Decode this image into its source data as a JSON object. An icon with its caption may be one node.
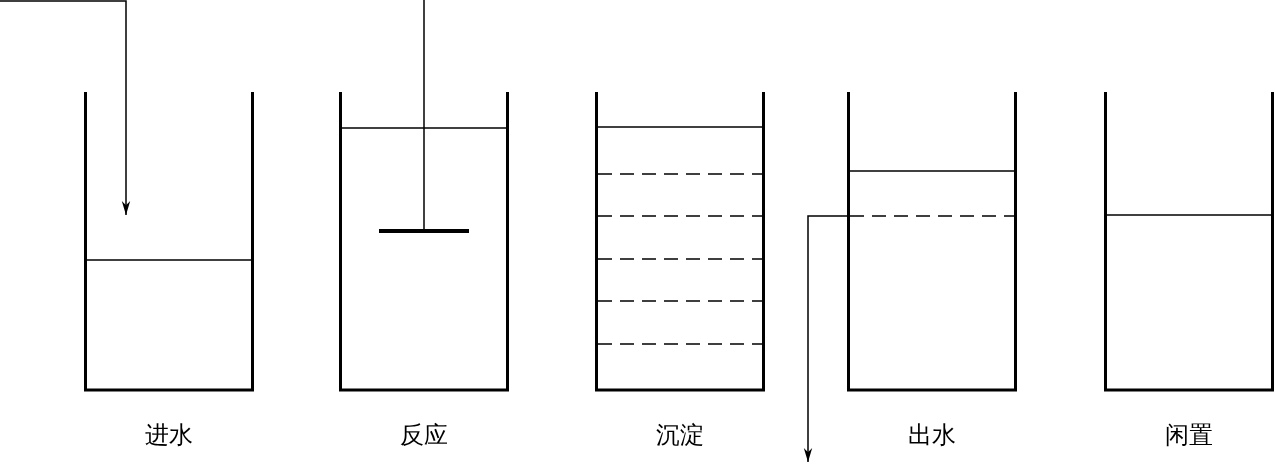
{
  "diagram": {
    "nodes": [
      {
        "text": [
          "进水"
        ]
      },
      {
        "text": [
          "反应"
        ]
      },
      {
        "text": [
          "沉淀"
        ]
      },
      {
        "text": [
          "出水"
        ]
      },
      {
        "text": [
          "闲置"
        ]
      }
    ],
    "edges": [
      {
        "from": null,
        "to": 0,
        "arrow": "to"
      },
      {
        "from": 3,
        "to": null,
        "arrow": "to"
      }
    ]
  }
}
